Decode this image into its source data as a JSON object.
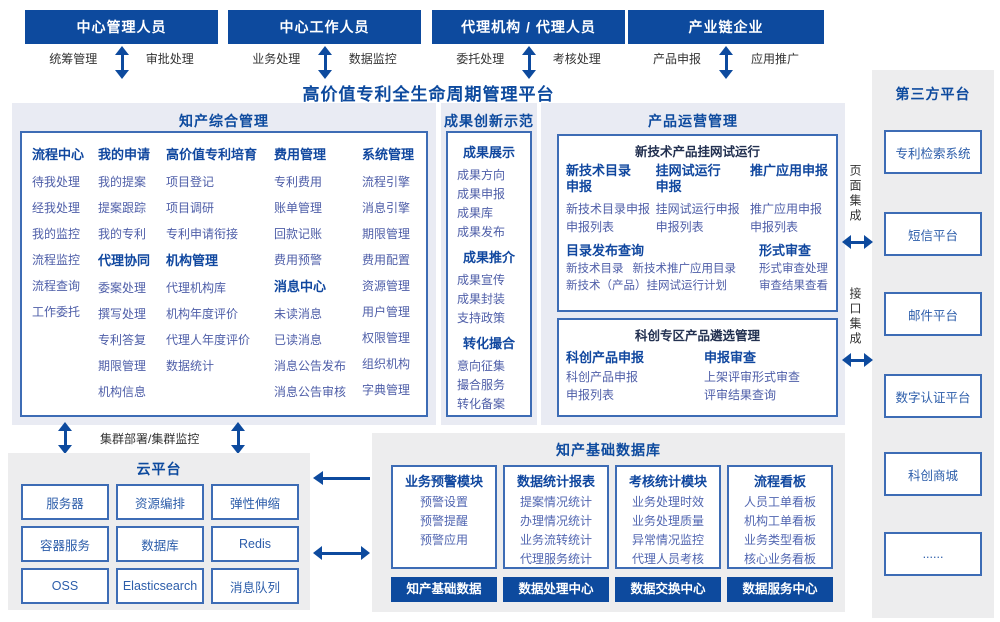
{
  "colors": {
    "navy": "#0d4a9e",
    "header_blue": "#10479f",
    "item_blue": "#4e5ea8",
    "box_border": "#3d6cb5",
    "panel_blue_gray": "#e9ebf3",
    "panel_gray": "#ededee",
    "dark_title": "#223050",
    "label_dark": "#333333"
  },
  "top_actors": [
    {
      "title": "中心管理人员",
      "left_label": "统筹管理",
      "right_label": "审批处理"
    },
    {
      "title": "中心工作人员",
      "left_label": "业务处理",
      "right_label": "数据监控"
    },
    {
      "title": "代理机构 / 代理人员",
      "left_label": "委托处理",
      "right_label": "考核处理"
    },
    {
      "title": "产业链企业",
      "left_label": "产品申报",
      "right_label": "应用推广"
    }
  ],
  "platform_title": "高价值专利全生命周期管理平台",
  "section_a": {
    "title": "知产综合管理",
    "columns": [
      {
        "groups": [
          {
            "header": "流程中心",
            "items": [
              "待我处理",
              "经我处理",
              "我的监控",
              "流程监控",
              "流程查询",
              "工作委托"
            ]
          }
        ]
      },
      {
        "groups": [
          {
            "header": "我的申请",
            "items": [
              "我的提案",
              "提案跟踪",
              "我的专利"
            ]
          },
          {
            "header": "代理协同",
            "items": [
              "委案处理",
              "撰写处理",
              "专利答复",
              "期限管理",
              "机构信息"
            ]
          }
        ]
      },
      {
        "groups": [
          {
            "header": "高价值专利培育",
            "items": [
              "项目登记",
              "项目调研",
              "专利申请衔接"
            ]
          },
          {
            "header": "机构管理",
            "items": [
              "代理机构库",
              "机构年度评价",
              "代理人年度评价",
              "数据统计"
            ]
          }
        ]
      },
      {
        "groups": [
          {
            "header": "费用管理",
            "items": [
              "专利费用",
              "账单管理",
              "回款记账",
              "费用预警"
            ]
          },
          {
            "header": "消息中心",
            "items": [
              "未读消息",
              "已读消息",
              "消息公告发布",
              "消息公告审核"
            ]
          }
        ]
      },
      {
        "groups": [
          {
            "header": "系统管理",
            "items": [
              "流程引擎",
              "消息引擎",
              "期限管理",
              "费用配置",
              "资源管理",
              "用户管理",
              "权限管理",
              "组织机构",
              "字典管理"
            ]
          }
        ]
      }
    ]
  },
  "section_b": {
    "title": "成果创新示范",
    "groups": [
      {
        "header": "成果展示",
        "items": [
          "成果方向",
          "成果申报",
          "成果库",
          "成果发布"
        ]
      },
      {
        "header": "成果推介",
        "items": [
          "成果宣传",
          "成果封装",
          "支持政策"
        ]
      },
      {
        "header": "转化撮合",
        "items": [
          "意向征集",
          "撮合服务",
          "转化备案"
        ]
      }
    ]
  },
  "section_c": {
    "title": "产品运营管理",
    "box1": {
      "title": "新技术产品挂网试运行",
      "columns": [
        {
          "header": "新技术目录申报",
          "items": [
            "新技术目录申报",
            "申报列表"
          ]
        },
        {
          "header": "挂网试运行申报",
          "items": [
            "挂网试运行申报",
            "申报列表"
          ]
        },
        {
          "header": "推广应用申报",
          "items": [
            "推广应用申报",
            "申报列表"
          ]
        }
      ],
      "catalog": {
        "header": "目录发布查询",
        "row1": [
          "新技术目录",
          "新技术推广应用目录"
        ],
        "row2": "新技术（产品）挂网试运行计划"
      },
      "review": {
        "header": "形式审查",
        "items": [
          "形式审查处理",
          "审查结果查看"
        ]
      }
    },
    "box2": {
      "title": "科创专区产品遴选管理",
      "columns": [
        {
          "header": "科创产品申报",
          "items": [
            "科创产品申报",
            "申报列表"
          ]
        },
        {
          "header": "申报审查",
          "items": [
            "上架评审形式审查",
            "评审结果查询"
          ]
        }
      ]
    }
  },
  "third_party": {
    "title": "第三方平台",
    "boxes": [
      "专利检索系统",
      "短信平台",
      "邮件平台",
      "数字认证平台",
      "科创商城",
      "......"
    ]
  },
  "integration": {
    "page": "页面集成",
    "api": "接口集成"
  },
  "cluster_label": "集群部署/集群监控",
  "cloud": {
    "title": "云平台",
    "boxes": [
      "服务器",
      "资源编排",
      "弹性伸缩",
      "容器服务",
      "数据库",
      "Redis",
      "OSS",
      "Elasticsearch",
      "消息队列"
    ]
  },
  "kb": {
    "title": "知产基础数据库",
    "modules": [
      {
        "header": "业务预警模块",
        "items": [
          "预警设置",
          "预警提醒",
          "预警应用"
        ]
      },
      {
        "header": "数据统计报表",
        "items": [
          "提案情况统计",
          "办理情况统计",
          "业务流转统计",
          "代理服务统计"
        ]
      },
      {
        "header": "考核统计模块",
        "items": [
          "业务处理时效",
          "业务处理质量",
          "异常情况监控",
          "代理人员考核"
        ]
      },
      {
        "header": "流程看板",
        "items": [
          "人员工单看板",
          "机构工单看板",
          "业务类型看板",
          "核心业务看板"
        ]
      }
    ],
    "bars": [
      "知产基础数据",
      "数据处理中心",
      "数据交换中心",
      "数据服务中心"
    ]
  }
}
